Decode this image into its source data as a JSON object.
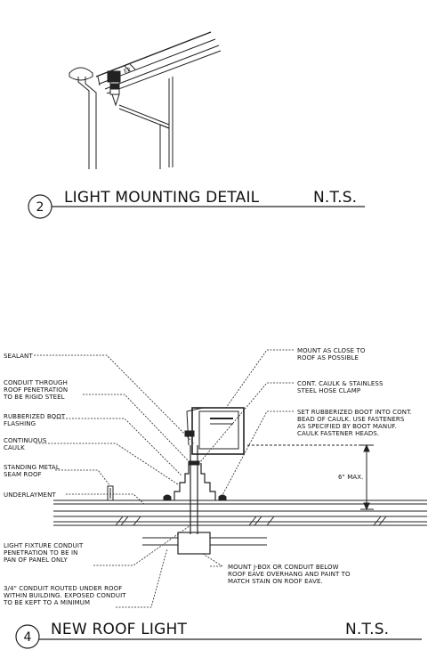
{
  "detail_2": {
    "number": "2",
    "title": "LIGHT MOUNTING DETAIL",
    "scale": "N.T.S.",
    "labels": {
      "fixture_tag": "E2"
    }
  },
  "detail_4": {
    "number": "4",
    "title": "NEW ROOF LIGHT",
    "scale": "N.T.S.",
    "dimension": "6\" MAX.",
    "left_notes": [
      [
        "SEALANT"
      ],
      [
        "CONDUIT THROUGH",
        "ROOF PENETRATION",
        "TO BE RIGID STEEL"
      ],
      [
        "RUBBERIZED BOOT",
        "FLASHING"
      ],
      [
        "CONTINUOUS",
        "CAULK"
      ],
      [
        "STANDING METAL",
        "SEAM ROOF"
      ],
      [
        "UNDERLAYMENT"
      ],
      [
        "LIGHT FIXTURE CONDUIT",
        "PENETRATION TO BE IN",
        "PAN OF PANEL ONLY"
      ],
      [
        "3/4\" CONDUIT ROUTED UNDER ROOF",
        "WITHIN BUILDING. EXPOSED CONDUIT",
        "TO BE KEPT TO A MINIMUM"
      ]
    ],
    "right_notes": [
      [
        "MOUNT AS CLOSE TO",
        "ROOF AS POSSIBLE"
      ],
      [
        "CONT. CAULK & STAINLESS",
        "STEEL HOSE CLAMP"
      ],
      [
        "SET RUBBERIZED BOOT INTO CONT.",
        "BEAD OF CAULK. USE FASTENERS",
        "AS SPECIFIED BY BOOT MANUF.",
        "CAULK FASTENER HEADS."
      ],
      [
        "MOUNT J-BOX OR CONDUIT BELOW",
        "ROOF EAVE OVERHANG AND PAINT TO",
        "MATCH STAIN ON ROOF EAVE."
      ]
    ]
  }
}
